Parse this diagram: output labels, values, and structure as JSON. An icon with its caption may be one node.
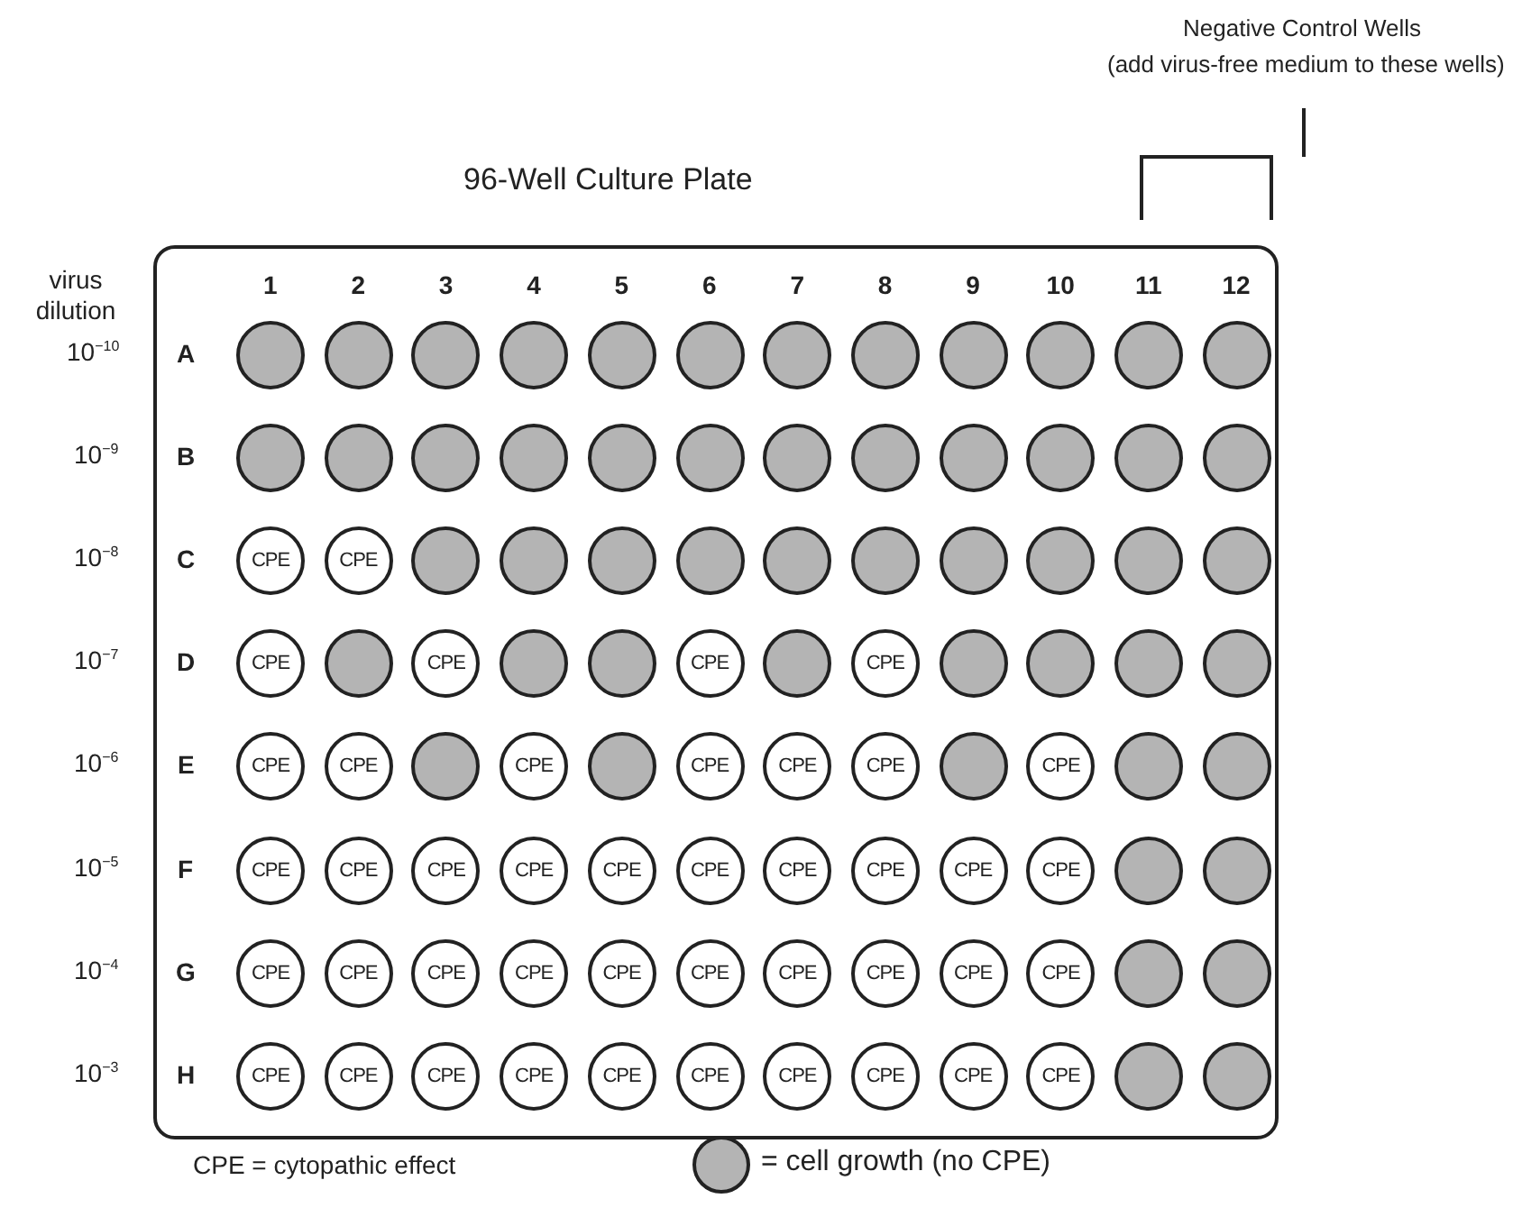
{
  "diagram": {
    "nodes": [
      {
        "text": [
          "96-Well Culture Plate"
        ]
      },
      {
        "text": [],
        "shape": "circle",
        "in": 0
      },
      {
        "text": [],
        "shape": "circle",
        "in": 0
      },
      {
        "text": [],
        "shape": "circle",
        "in": 0
      },
      {
        "text": [],
        "shape": "circle",
        "in": 0
      },
      {
        "text": [],
        "shape": "circle",
        "in": 0
      },
      {
        "text": [],
        "shape": "circle",
        "in": 0
      },
      {
        "text": [],
        "shape": "circle",
        "in": 0
      },
      {
        "text": [],
        "shape": "circle",
        "in": 0
      },
      {
        "text": [],
        "shape": "circle",
        "in": 0
      },
      {
        "text": [],
        "shape": "circle",
        "in": 0
      },
      {
        "text": [],
        "shape": "circle",
        "in": 0
      },
      {
        "text": [],
        "shape": "circle",
        "in": 0
      },
      {
        "text": [],
        "shape": "circle",
        "in": 0
      },
      {
        "text": [],
        "shape": "circle",
        "in": 0
      },
      {
        "text": [],
        "shape": "circle",
        "in": 0
      },
      {
        "text": [],
        "shape": "circle",
        "in": 0
      },
      {
        "text": [],
        "shape": "circle",
        "in": 0
      },
      {
        "text": [],
        "shape": "circle",
        "in": 0
      },
      {
        "text": [],
        "shape": "circle",
        "in": 0
      },
      {
        "text": [],
        "shape": "circle",
        "in": 0
      },
      {
        "text": [],
        "shape": "circle",
        "in": 0
      },
      {
        "text": [],
        "shape": "circle",
        "in": 0
      },
      {
        "text": [],
        "shape": "circle",
        "in": 0
      },
      {
        "text": [],
        "shape": "circle",
        "in": 0
      },
      {
        "text": [
          "CPE"
        ],
        "in": 0
      },
      {
        "text": [
          "CPE"
        ],
        "in": 0
      },
      {
        "text": [],
        "shape": "circle",
        "in": 0
      },
      {
        "text": [],
        "shape": "circle",
        "in": 0
      },
      {
        "text": [],
        "shape": "circle",
        "in": 0
      },
      {
        "text": [],
        "shape": "circle",
        "in": 0
      },
      {
        "text": [],
        "shape": "circle",
        "in": 0
      },
      {
        "text": [],
        "shape": "circle",
        "in": 0
      },
      {
        "text": [],
        "shape": "circle",
        "in": 0
      },
      {
        "text": [],
        "shape": "circle",
        "in": 0
      },
      {
        "text": [],
        "shape": "circle",
        "in": 0
      },
      {
        "text": [],
        "shape": "circle",
        "in": 0
      },
      {
        "text": [
          "CPE"
        ],
        "in": 0
      },
      {
        "text": [],
        "shape": "circle",
        "in": 0
      },
      {
        "text": [
          "CPE"
        ],
        "in": 0
      },
      {
        "text": [],
        "shape": "circle",
        "in": 0
      },
      {
        "text": [],
        "shape": "circle",
        "in": 0
      },
      {
        "text": [
          "CPE"
        ],
        "in": 0
      },
      {
        "text": [],
        "shape": "circle",
        "in": 0
      },
      {
        "text": [
          "CPE"
        ],
        "in": 0
      },
      {
        "text": [],
        "shape": "circle",
        "in": 0
      },
      {
        "text": [],
        "shape": "circle",
        "in": 0
      },
      {
        "text": [],
        "shape": "circle",
        "in": 0
      },
      {
        "text": [],
        "shape": "circle",
        "in": 0
      },
      {
        "text": [
          "CPE"
        ],
        "in": 0
      },
      {
        "text": [
          "CPE"
        ],
        "in": 0
      },
      {
        "text": [],
        "shape": "circle",
        "in": 0
      },
      {
        "text": [
          "CPE"
        ],
        "in": 0
      },
      {
        "text": [],
        "shape": "circle",
        "in": 0
      },
      {
        "text": [
          "CPE"
        ],
        "in": 0
      },
      {
        "text": [
          "CPE"
        ],
        "in": 0
      },
      {
        "text": [
          "CPE"
        ],
        "in": 0
      },
      {
        "text": [],
        "shape": "circle",
        "in": 0
      },
      {
        "text": [
          "CPE"
        ],
        "in": 0
      },
      {
        "text": [],
        "shape": "circle",
        "in": 0
      },
      {
        "text": [],
        "shape": "circle",
        "in": 0
      },
      {
        "text": [
          "CPE"
        ],
        "in": 0
      },
      {
        "text": [
          "CPE"
        ],
        "in": 0
      },
      {
        "text": [
          "CPE"
        ],
        "in": 0
      },
      {
        "text": [
          "CPE"
        ],
        "in": 0
      },
      {
        "text": [
          "CPE"
        ],
        "in": 0
      },
      {
        "text": [
          "CPE"
        ],
        "in": 0
      },
      {
        "text": [
          "CPE"
        ],
        "in": 0
      },
      {
        "text": [
          "CPE"
        ],
        "in": 0
      },
      {
        "text": [
          "CPE"
        ],
        "in": 0
      },
      {
        "text": [
          "CPE"
        ],
        "in": 0
      },
      {
        "text": [],
        "shape": "circle",
        "in": 0
      },
      {
        "text": [],
        "shape": "circle",
        "in": 0
      },
      {
        "text": [
          "CPE"
        ],
        "in": 0
      },
      {
        "text": [
          "CPE"
        ],
        "in": 0
      },
      {
        "text": [
          "CPE"
        ],
        "in": 0
      },
      {
        "text": [
          "CPE"
        ],
        "in": 0
      },
      {
        "text": [
          "CPE"
        ],
        "in": 0
      },
      {
        "text": [
          "CPE"
        ],
        "in": 0
      },
      {
        "text": [
          "CPE"
        ],
        "in": 0
      },
      {
        "text": [
          "CPE"
        ],
        "in": 0
      },
      {
        "text": [
          "CPE"
        ],
        "in": 0
      },
      {
        "text": [
          "CPE"
        ],
        "in": 0
      },
      {
        "text": [],
        "shape": "circle",
        "in": 0
      },
      {
        "text": [],
        "shape": "circle",
        "in": 0
      },
      {
        "text": [
          "CPE"
        ],
        "in": 0
      },
      {
        "text": [
          "CPE"
        ],
        "in": 0
      },
      {
        "text": [
          "CPE"
        ],
        "in": 0
      },
      {
        "text": [
          "CPE"
        ],
        "in": 0
      },
      {
        "text": [
          "CPE"
        ],
        "in": 0
      },
      {
        "text": [
          "CPE"
        ],
        "in": 0
      },
      {
        "text": [
          "CPE"
        ],
        "in": 0
      },
      {
        "text": [
          "CPE"
        ],
        "in": 0
      },
      {
        "text": [
          "CPE"
        ],
        "in": 0
      },
      {
        "text": [
          "CPE"
        ],
        "in": 0
      },
      {
        "text": [],
        "shape": "circle",
        "in": 0
      },
      {
        "text": [],
        "shape": "circle",
        "in": 0
      }
    ],
    "edges": [],
    "labels": [
      "Negative Control Wells",
      "(add virus-free medium to these wells)",
      "virus dilution",
      "1",
      "2",
      "3",
      "4",
      "5",
      "6",
      "7",
      "8",
      "9",
      "10",
      "11",
      "12",
      "10$^{−10}$",
      "A",
      "10$^{−9}$",
      "B",
      "10$^{−8}$",
      "C",
      "10$^{−7}$",
      "D",
      "10$^{−6}$",
      "E",
      "10$^{−5}$",
      "F",
      "10$^{−4}$",
      "G",
      "10$^{−3}$",
      "H",
      "CPE = cytopathic effect"
    ],
    "legend": [
      {
        "text": "= cell growth (no CPE)",
        "color": "#b4b4b4"
      }
    ]
  }
}
